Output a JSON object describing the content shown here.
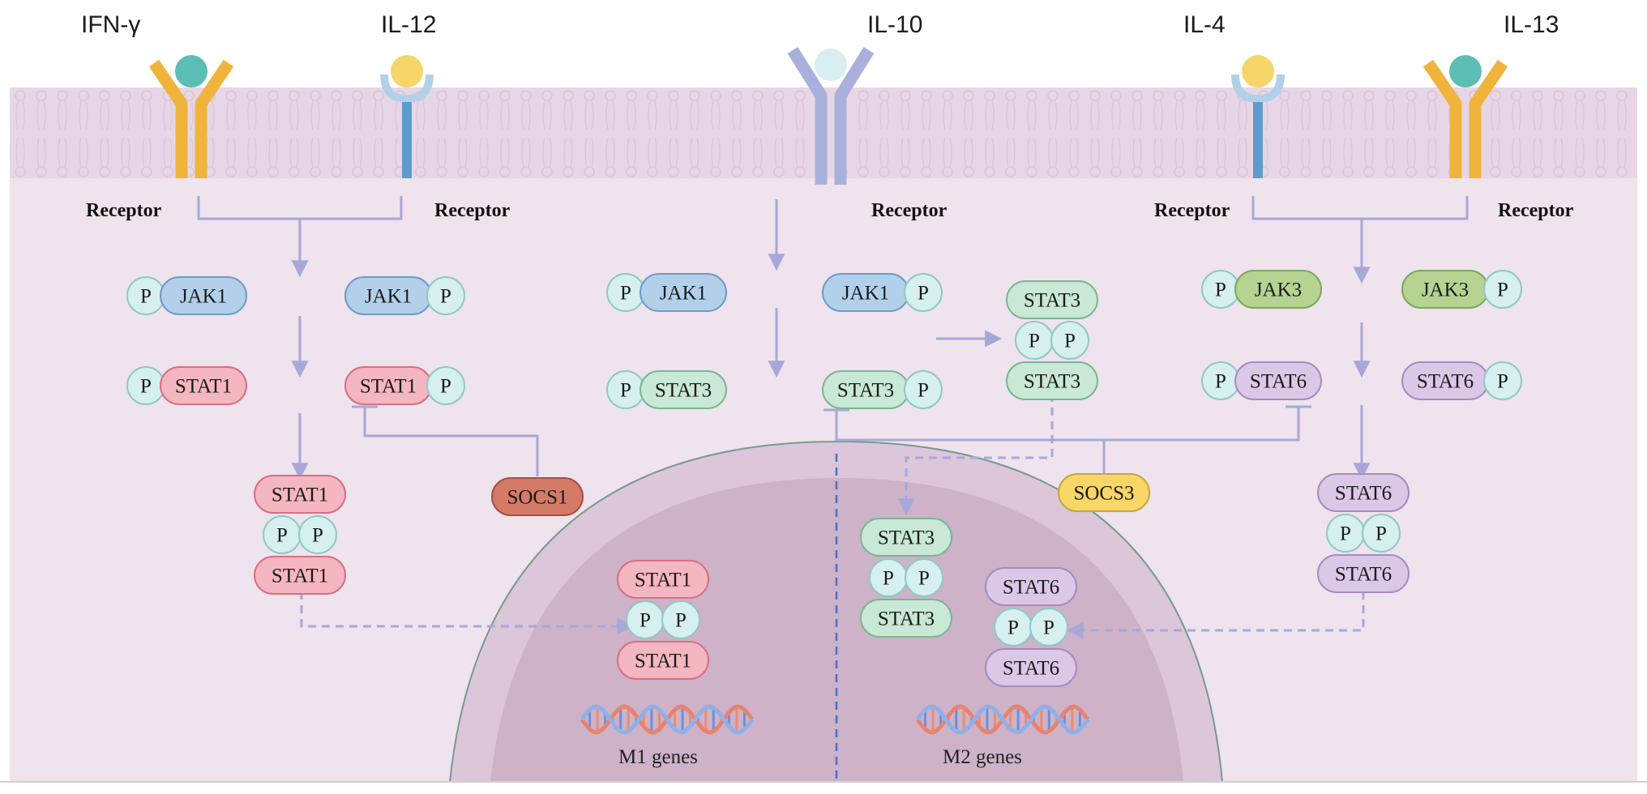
{
  "cytokines": {
    "ifng": "IFN-γ",
    "il12": "IL-12",
    "il10": "IL-10",
    "il4": "IL-4",
    "il13": "IL-13"
  },
  "receptor_label": "Receptor",
  "phospho_label": "P",
  "proteins": {
    "jak1": "JAK1",
    "jak3": "JAK3",
    "stat1": "STAT1",
    "stat3": "STAT3",
    "stat6": "STAT6",
    "socs1": "SOCS1",
    "socs3": "SOCS3"
  },
  "genes": {
    "m1": "M1 genes",
    "m2": "M2 genes"
  },
  "colors": {
    "cytoplasm": "#efe3ee",
    "membrane": "#e5d3e4",
    "nucleus_outer": "#dcc6da",
    "nucleus_inner": "#ccb0c5",
    "arrow": "#a8a8d8",
    "phospho": "#d6f0ef",
    "jak1": "#b3d0ea",
    "jak3": "#b6d392",
    "stat1": "#f4b6c0",
    "stat3": "#c9e8d6",
    "stat6": "#dbc8e6",
    "socs1": "#d67a68",
    "socs3": "#f8d668",
    "receptor_yellow": "#f0b43c",
    "receptor_blue": "#5c9ccc",
    "receptor_lavender": "#aab0dc"
  }
}
